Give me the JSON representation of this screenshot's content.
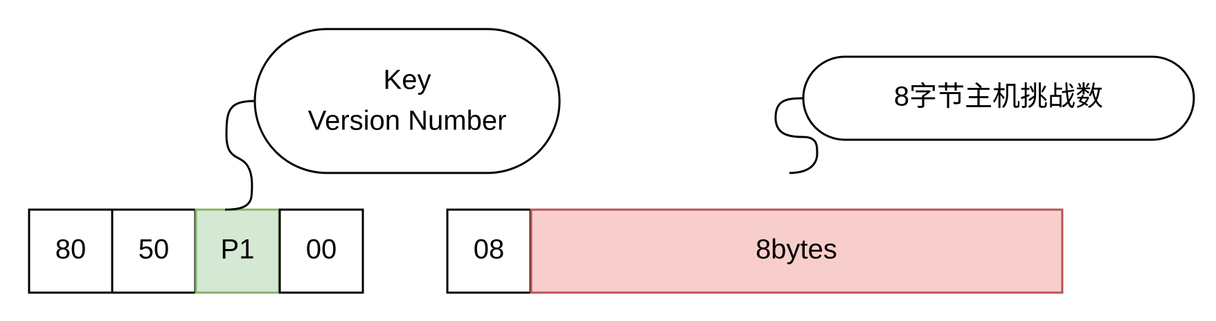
{
  "colors": {
    "stroke": "#000000",
    "p1_fill": "#d5e8d4",
    "p1_stroke": "#82b366",
    "data_fill": "#f8cecc",
    "data_stroke": "#b85450"
  },
  "apdu": {
    "cells": [
      "80",
      "50",
      "P1",
      "00"
    ]
  },
  "data_field": {
    "length": "08",
    "data": "8bytes"
  },
  "callouts": {
    "key_version": {
      "line1": "Key",
      "line2": "Version Number"
    },
    "host_challenge": {
      "text": "8字节主机挑战数"
    }
  }
}
